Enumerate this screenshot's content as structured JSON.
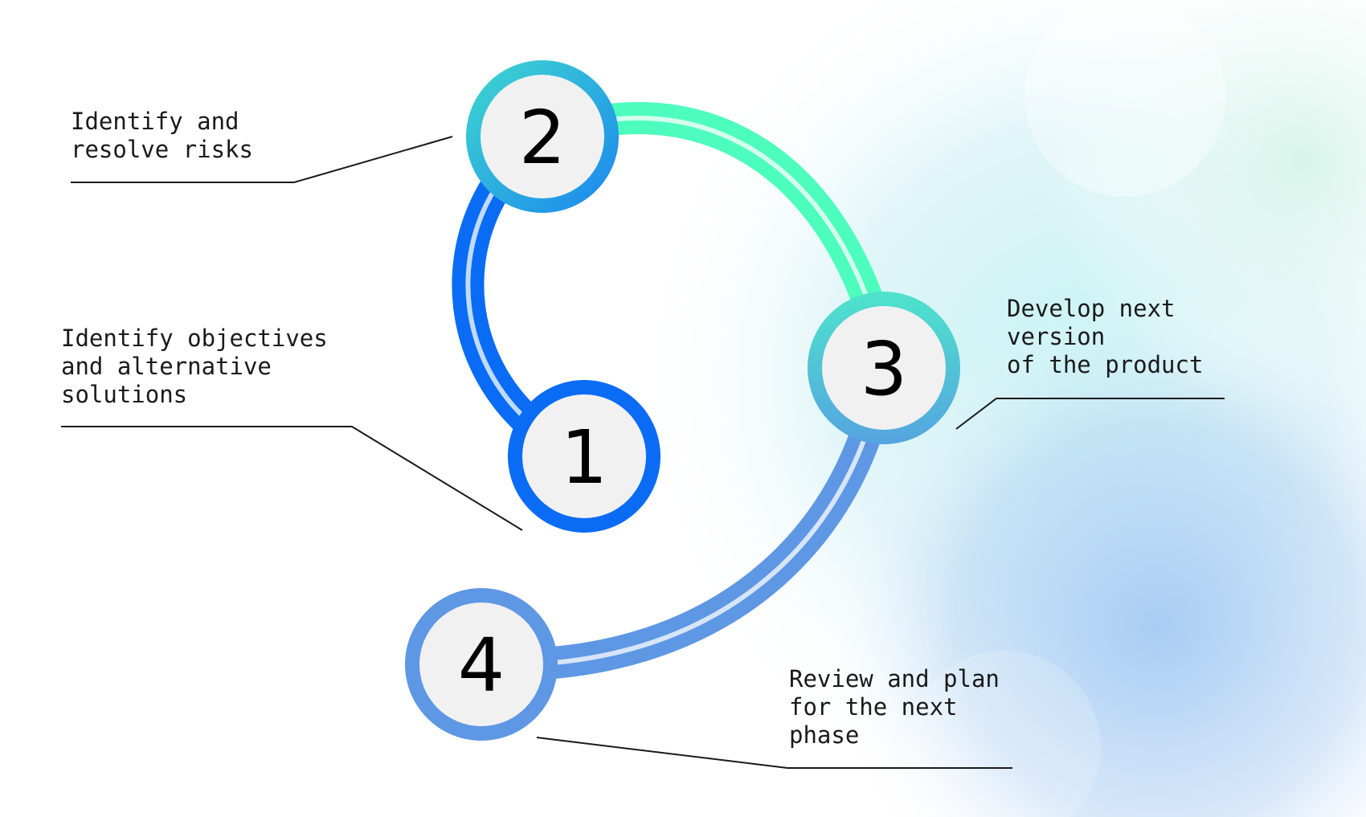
{
  "steps": [
    {
      "number": "1",
      "lines": [
        "Identify objectives",
        "and alternative",
        "solutions"
      ],
      "color": "#0a6cf5"
    },
    {
      "number": "2",
      "lines": [
        "Identify and",
        "resolve risks"
      ],
      "color": "#1e9ce8"
    },
    {
      "number": "3",
      "lines": [
        "Develop next",
        "version",
        "of the product"
      ],
      "color": "#4cc8d2"
    },
    {
      "number": "4",
      "lines": [
        "Review and plan",
        "for the next",
        "phase"
      ],
      "color": "#5e97e4"
    }
  ],
  "colors": {
    "blue": "#0a6cf5",
    "green": "#4dfdbd",
    "teal": "#4cc8d2",
    "periwinkle": "#5e97e4",
    "node_fill": "#f1f1f1",
    "text": "#1a1a1a",
    "leader": "#1a1a1a"
  }
}
